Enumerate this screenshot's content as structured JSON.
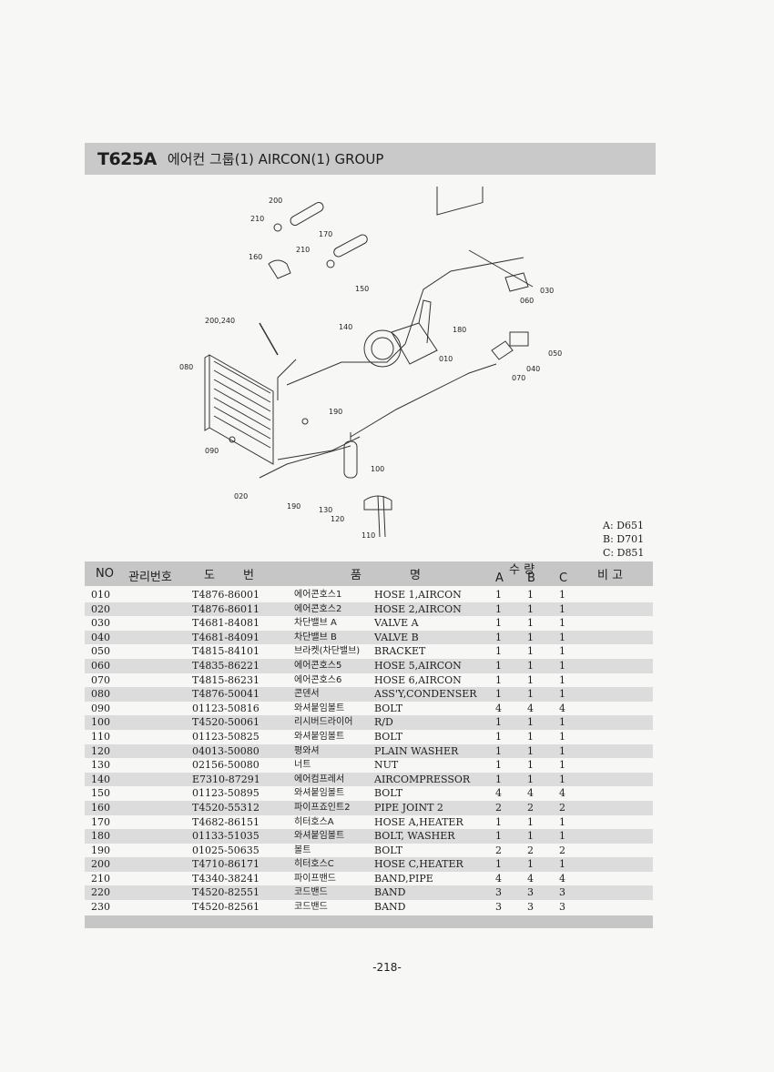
{
  "header": {
    "code": "T625A",
    "title": "에어컨 그룹(1)  AIRCON(1) GROUP"
  },
  "diagram": {
    "callouts": [
      "200",
      "210",
      "170",
      "210",
      "160",
      "150",
      "180",
      "030",
      "060",
      "140",
      "010",
      "050",
      "040",
      "070",
      "200,240",
      "080",
      "190",
      "090",
      "100",
      "020",
      "190",
      "130",
      "120",
      "110"
    ]
  },
  "variants": [
    "A: D651",
    "B: D701",
    "C: D851"
  ],
  "table": {
    "headers": {
      "no": "NO",
      "mgmt": "관리번호",
      "drawing_1": "도",
      "drawing_2": "번",
      "name_1": "품",
      "name_2": "명",
      "qty": "수 량",
      "a": "A",
      "b": "B",
      "c": "C",
      "remarks": "비 고"
    },
    "rows": [
      {
        "no": "010",
        "part": "T4876-86001",
        "ko": "에어콘호스1",
        "en": "HOSE 1,AIRCON",
        "a": "1",
        "b": "1",
        "c": "1"
      },
      {
        "no": "020",
        "part": "T4876-86011",
        "ko": "에어콘호스2",
        "en": "HOSE 2,AIRCON",
        "a": "1",
        "b": "1",
        "c": "1"
      },
      {
        "no": "030",
        "part": "T4681-84081",
        "ko": "차단밸브 A",
        "en": "VALVE A",
        "a": "1",
        "b": "1",
        "c": "1"
      },
      {
        "no": "040",
        "part": "T4681-84091",
        "ko": "차단밸브 B",
        "en": "VALVE B",
        "a": "1",
        "b": "1",
        "c": "1"
      },
      {
        "no": "050",
        "part": "T4815-84101",
        "ko": "브라켓(차단밸브)",
        "en": "BRACKET",
        "a": "1",
        "b": "1",
        "c": "1"
      },
      {
        "no": "060",
        "part": "T4835-86221",
        "ko": "에어콘호스5",
        "en": "HOSE 5,AIRCON",
        "a": "1",
        "b": "1",
        "c": "1"
      },
      {
        "no": "070",
        "part": "T4815-86231",
        "ko": "에어콘호스6",
        "en": "HOSE 6,AIRCON",
        "a": "1",
        "b": "1",
        "c": "1"
      },
      {
        "no": "080",
        "part": "T4876-50041",
        "ko": "콘덴서",
        "en": "ASS'Y,CONDENSER",
        "a": "1",
        "b": "1",
        "c": "1"
      },
      {
        "no": "090",
        "part": "01123-50816",
        "ko": "와셔붙임볼트",
        "en": "BOLT",
        "a": "4",
        "b": "4",
        "c": "4"
      },
      {
        "no": "100",
        "part": "T4520-50061",
        "ko": "리시버드라이어",
        "en": "R/D",
        "a": "1",
        "b": "1",
        "c": "1"
      },
      {
        "no": "110",
        "part": "01123-50825",
        "ko": "와셔붙임볼트",
        "en": "BOLT",
        "a": "1",
        "b": "1",
        "c": "1"
      },
      {
        "no": "120",
        "part": "04013-50080",
        "ko": "평와셔",
        "en": "PLAIN WASHER",
        "a": "1",
        "b": "1",
        "c": "1"
      },
      {
        "no": "130",
        "part": "02156-50080",
        "ko": "너트",
        "en": "NUT",
        "a": "1",
        "b": "1",
        "c": "1"
      },
      {
        "no": "140",
        "part": "E7310-87291",
        "ko": "에어컴프레서",
        "en": "AIRCOMPRESSOR",
        "a": "1",
        "b": "1",
        "c": "1"
      },
      {
        "no": "150",
        "part": "01123-50895",
        "ko": "와셔붙임볼트",
        "en": "BOLT",
        "a": "4",
        "b": "4",
        "c": "4"
      },
      {
        "no": "160",
        "part": "T4520-55312",
        "ko": "파이프죠인트2",
        "en": "PIPE JOINT 2",
        "a": "2",
        "b": "2",
        "c": "2"
      },
      {
        "no": "170",
        "part": "T4682-86151",
        "ko": "히터호스A",
        "en": "HOSE A,HEATER",
        "a": "1",
        "b": "1",
        "c": "1"
      },
      {
        "no": "180",
        "part": "01133-51035",
        "ko": "와셔붙임볼트",
        "en": "BOLT, WASHER",
        "a": "1",
        "b": "1",
        "c": "1"
      },
      {
        "no": "190",
        "part": "01025-50635",
        "ko": "볼트",
        "en": "BOLT",
        "a": "2",
        "b": "2",
        "c": "2"
      },
      {
        "no": "200",
        "part": "T4710-86171",
        "ko": "히터호스C",
        "en": "HOSE C,HEATER",
        "a": "1",
        "b": "1",
        "c": "1"
      },
      {
        "no": "210",
        "part": "T4340-38241",
        "ko": "파이프밴드",
        "en": "BAND,PIPE",
        "a": "4",
        "b": "4",
        "c": "4"
      },
      {
        "no": "220",
        "part": "T4520-82551",
        "ko": "코드밴드",
        "en": "BAND",
        "a": "3",
        "b": "3",
        "c": "3"
      },
      {
        "no": "230",
        "part": "T4520-82561",
        "ko": "코드밴드",
        "en": "BAND",
        "a": "3",
        "b": "3",
        "c": "3"
      }
    ]
  },
  "page_number": "-218-"
}
